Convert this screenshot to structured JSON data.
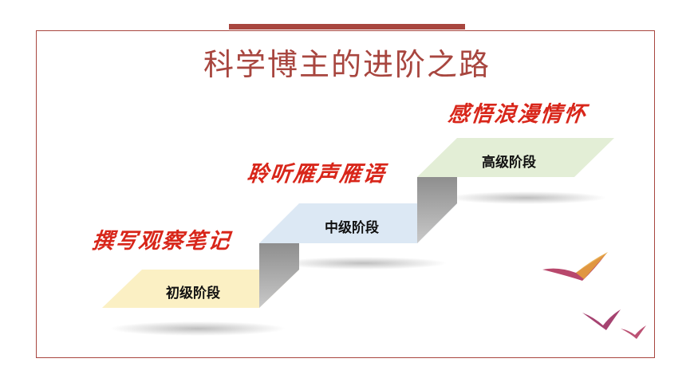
{
  "title": "科学博主的进阶之路",
  "stages": [
    {
      "label": "初级阶段",
      "motto": "撰写观察笔记",
      "color": "#fbf0c4"
    },
    {
      "label": "中级阶段",
      "motto": "聆听雁声雁语",
      "color": "#dce8f4"
    },
    {
      "label": "高级阶段",
      "motto": "感悟浪漫情怀",
      "color": "#e3eed6"
    }
  ],
  "colors": {
    "accent": "#a8463f",
    "motto": "#d8261a",
    "riser": "#9a9a9a"
  },
  "decorations": [
    "flying-bird-icon",
    "flying-bird-icon",
    "flying-bird-icon"
  ]
}
